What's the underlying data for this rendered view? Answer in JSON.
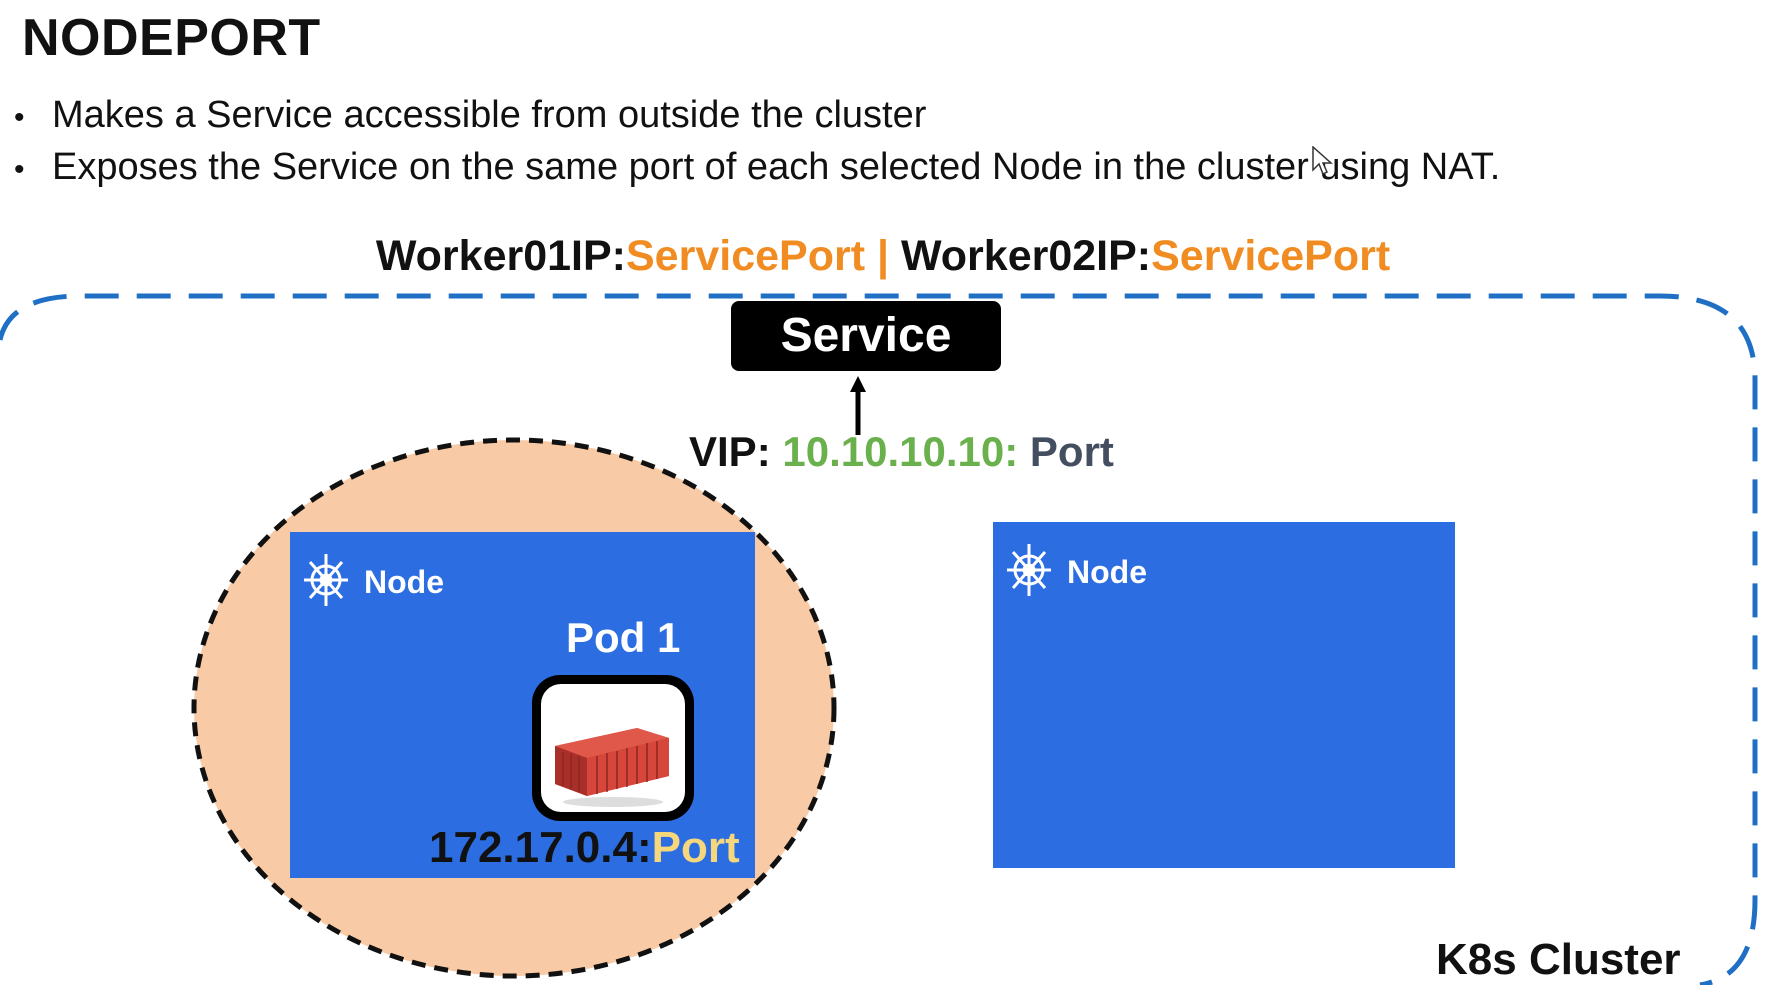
{
  "title": "NODEPORT",
  "bullets": [
    "Makes a Service accessible from outside the cluster",
    "Exposes the Service on the same port of each selected Node in the cluster using NAT."
  ],
  "endpoints": {
    "worker1_ip": "Worker01IP:",
    "worker1_port": "ServicePort",
    "separator": " | ",
    "worker2_ip": "Worker02IP:",
    "worker2_port": "ServicePort"
  },
  "service": {
    "label": "Service"
  },
  "vip": {
    "prefix": "VIP: ",
    "ip": "10.10.10.10:",
    "port": " Port"
  },
  "nodes": [
    {
      "label": "Node"
    },
    {
      "label": "Node"
    }
  ],
  "pod": {
    "label": "Pod 1",
    "ip": "172.17.0.4:",
    "port": "Port"
  },
  "cluster": {
    "label": "K8s Cluster"
  },
  "icons": [
    "helm-wheel-icon",
    "container-icon",
    "cursor-icon"
  ],
  "colors": {
    "cluster_border": "#1f6fc5",
    "node_fill": "#2c6ee2",
    "pod_ellipse_fill": "#f8cba6",
    "port_orange": "#f08c22",
    "vip_green": "#6ab04c",
    "pod_port_yellow": "#f7d77c",
    "container_red": "#d7463a"
  }
}
